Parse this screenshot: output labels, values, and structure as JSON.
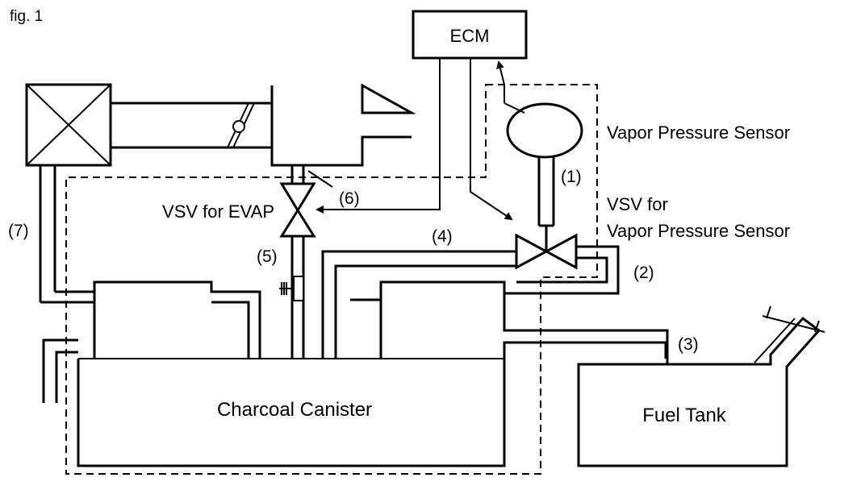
{
  "figure_label": "fig. 1",
  "components": {
    "ecm": "ECM",
    "vapor_pressure_sensor": "Vapor Pressure Sensor",
    "vsv_vps_line1": "VSV for",
    "vsv_vps_line2": "Vapor Pressure Sensor",
    "vsv_evap": "VSV for EVAP",
    "charcoal_canister": "Charcoal Canister",
    "fuel_tank": "Fuel Tank"
  },
  "hose_labels": {
    "h1": "(1)",
    "h2": "(2)",
    "h3": "(3)",
    "h4": "(4)",
    "h5": "(5)",
    "h6": "(6)",
    "h7": "(7)"
  }
}
